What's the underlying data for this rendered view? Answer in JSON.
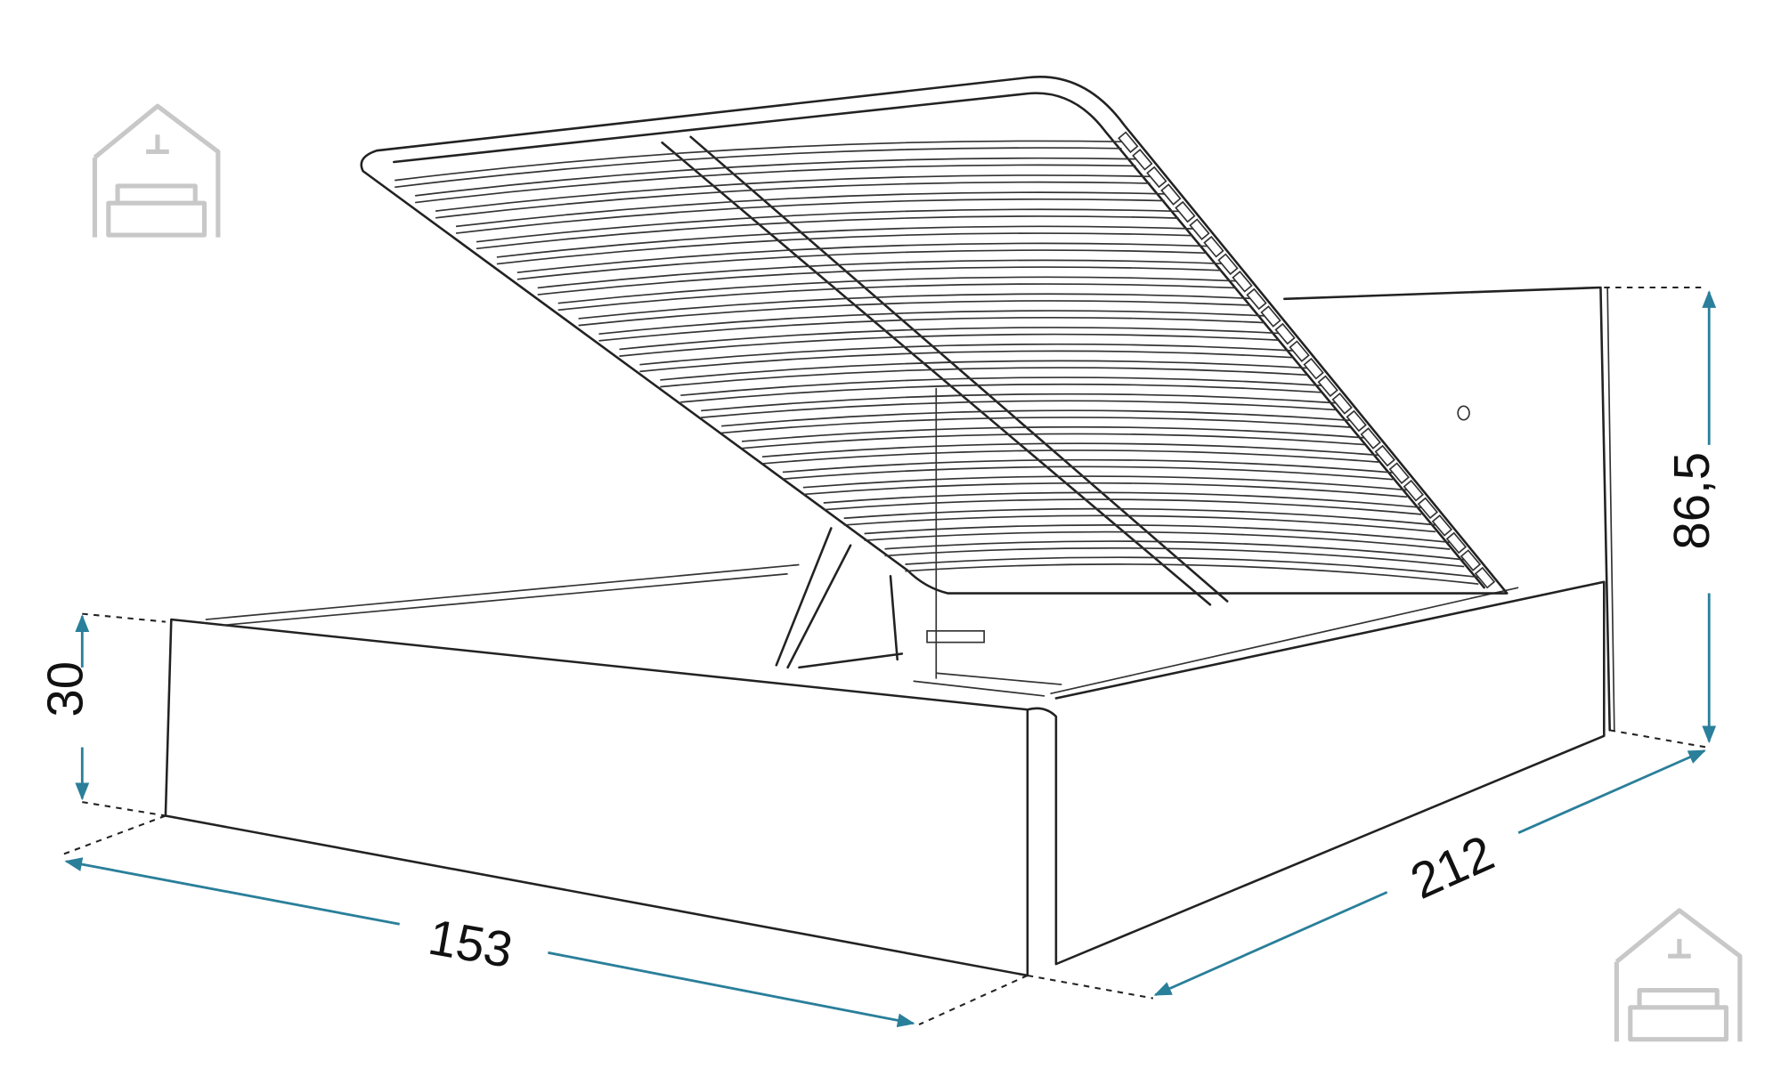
{
  "diagram": {
    "dimensions": {
      "width": "153",
      "length": "212",
      "base_height": "30",
      "headboard_height": "86,5"
    },
    "colors": {
      "dimension_line": "#2a7f9a",
      "outline": "#222222",
      "logo": "#c8c8c8"
    }
  }
}
